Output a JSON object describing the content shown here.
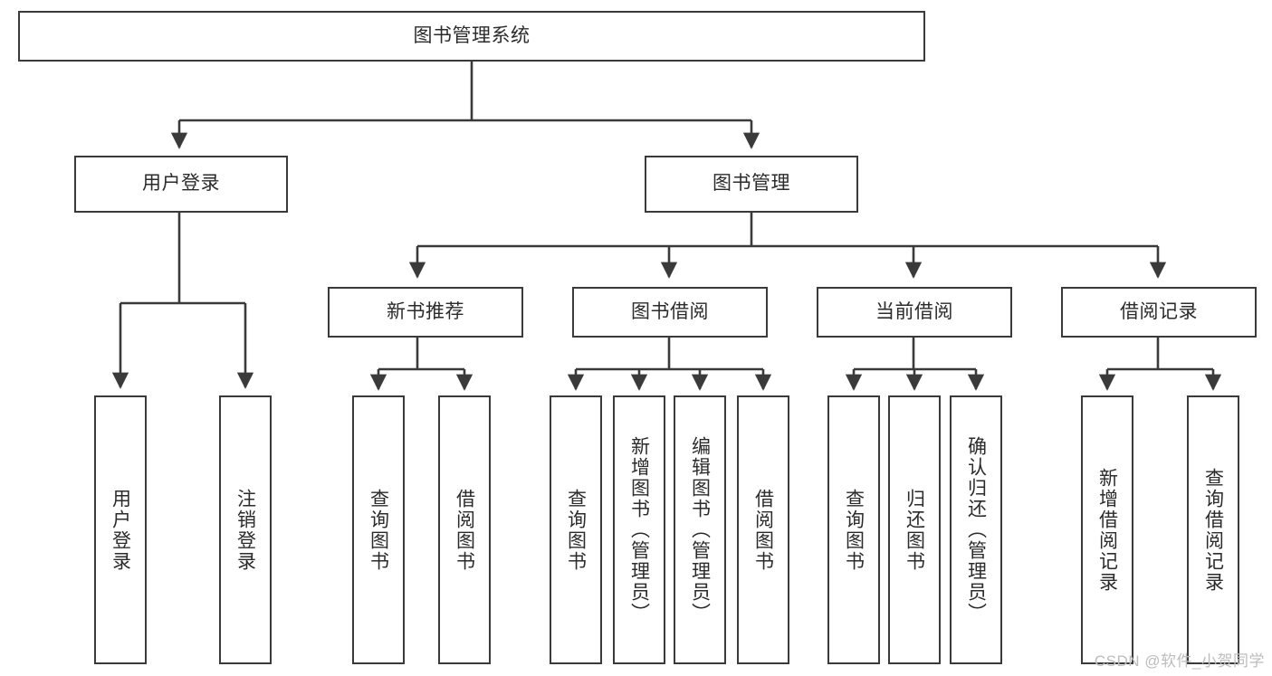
{
  "diagram": {
    "type": "tree-hierarchy-chart",
    "title": "图书管理系统",
    "stroke_color": "#3a3a3a",
    "background_color": "#ffffff",
    "text_color": "#2b2b2b",
    "levels": [
      {
        "level": 1,
        "nodes": [
          {
            "id": "root",
            "label": "图书管理系统",
            "orientation": "horizontal"
          }
        ]
      },
      {
        "level": 2,
        "nodes": [
          {
            "id": "login",
            "label": "用户登录",
            "orientation": "horizontal",
            "parent": "root"
          },
          {
            "id": "bookmgmt",
            "label": "图书管理",
            "orientation": "horizontal",
            "parent": "root"
          }
        ]
      },
      {
        "level": 3,
        "nodes": [
          {
            "id": "newbooks",
            "label": "新书推荐",
            "orientation": "horizontal",
            "parent": "bookmgmt"
          },
          {
            "id": "borrow",
            "label": "图书借阅",
            "orientation": "horizontal",
            "parent": "bookmgmt"
          },
          {
            "id": "current",
            "label": "当前借阅",
            "orientation": "horizontal",
            "parent": "bookmgmt"
          },
          {
            "id": "records",
            "label": "借阅记录",
            "orientation": "horizontal",
            "parent": "bookmgmt"
          }
        ]
      },
      {
        "level": 4,
        "nodes": [
          {
            "id": "leaf-user-login",
            "label": "用户登录",
            "orientation": "vertical",
            "parent": "login"
          },
          {
            "id": "leaf-logout",
            "label": "注销登录",
            "orientation": "vertical",
            "parent": "login"
          },
          {
            "id": "leaf-query-book-1",
            "label": "查询图书",
            "orientation": "vertical",
            "parent": "newbooks"
          },
          {
            "id": "leaf-borrow-book-1",
            "label": "借阅图书",
            "orientation": "vertical",
            "parent": "newbooks"
          },
          {
            "id": "leaf-query-book-2",
            "label": "查询图书",
            "orientation": "vertical",
            "parent": "borrow"
          },
          {
            "id": "leaf-add-book",
            "label": "新增图书（管理员）",
            "orientation": "vertical",
            "parent": "borrow"
          },
          {
            "id": "leaf-edit-book",
            "label": "编辑图书（管理员）",
            "orientation": "vertical",
            "parent": "borrow"
          },
          {
            "id": "leaf-borrow-book-2",
            "label": "借阅图书",
            "orientation": "vertical",
            "parent": "borrow"
          },
          {
            "id": "leaf-query-book-3",
            "label": "查询图书",
            "orientation": "vertical",
            "parent": "current"
          },
          {
            "id": "leaf-return-book",
            "label": "归还图书",
            "orientation": "vertical",
            "parent": "current"
          },
          {
            "id": "leaf-confirm-return",
            "label": "确认归还（管理员）",
            "orientation": "vertical",
            "parent": "current"
          },
          {
            "id": "leaf-add-record",
            "label": "新增借阅记录",
            "orientation": "vertical",
            "parent": "records"
          },
          {
            "id": "leaf-query-record",
            "label": "查询借阅记录",
            "orientation": "vertical",
            "parent": "records"
          }
        ]
      }
    ]
  },
  "watermark": {
    "text": "CSDN @软件_小贺同学"
  }
}
